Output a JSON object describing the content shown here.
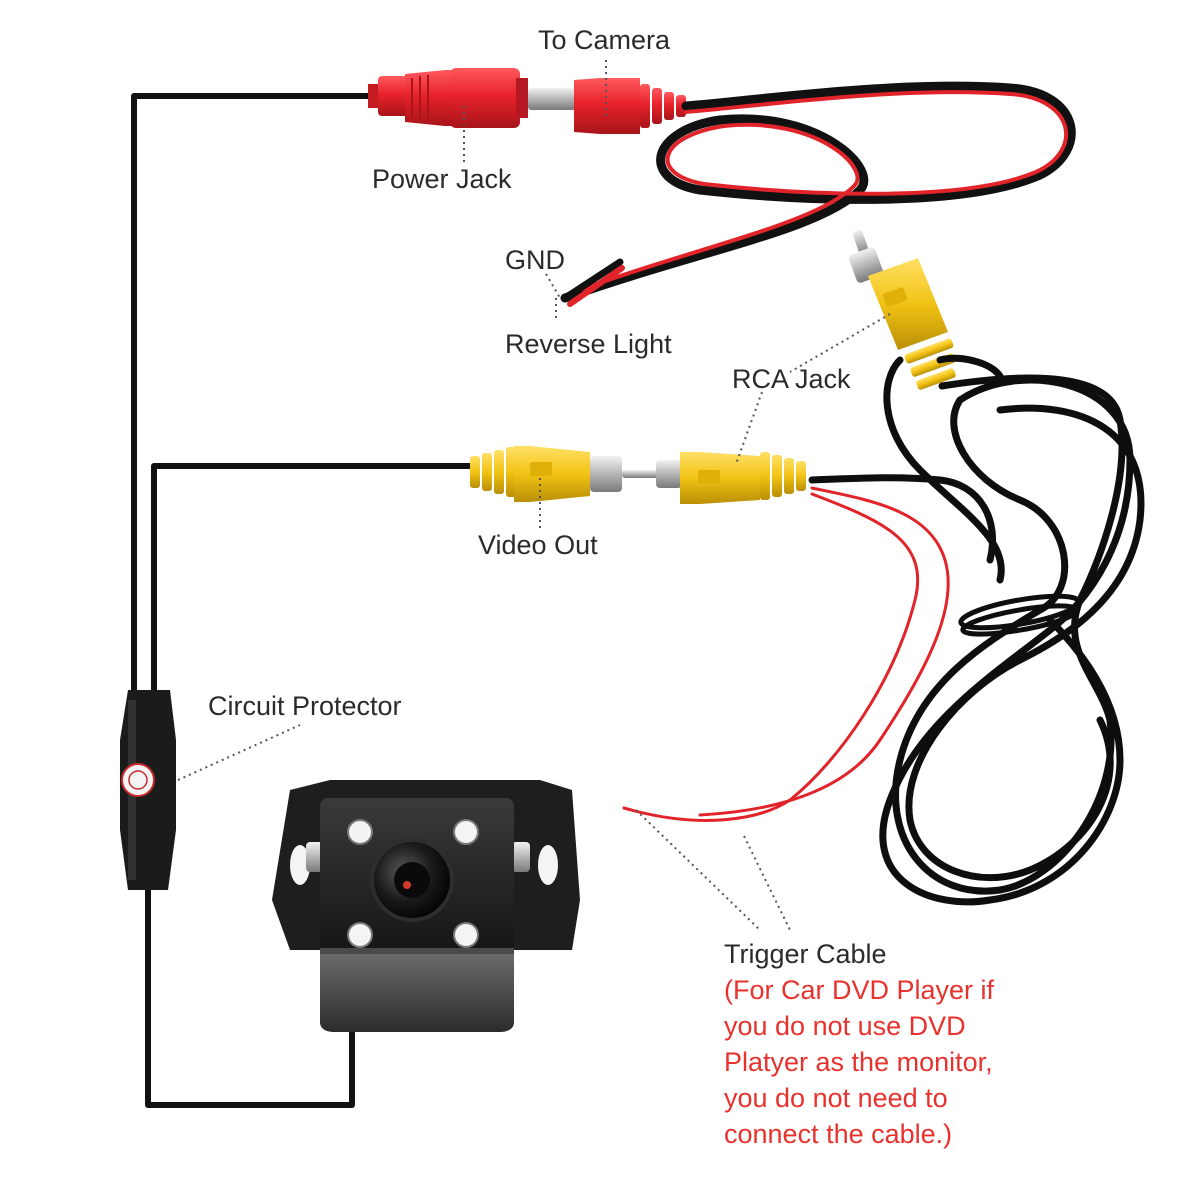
{
  "labels": {
    "to_camera": "To Camera",
    "power_jack": "Power Jack",
    "gnd": "GND",
    "reverse_light": "Reverse Light",
    "rca_jack": "RCA Jack",
    "video_out": "Video Out",
    "circuit_protector": "Circuit Protector",
    "trigger_cable": "Trigger Cable"
  },
  "note": {
    "lines": [
      "(For Car DVD Player if",
      "you do not use DVD",
      "Platyer as the monitor,",
      "you do not need to",
      "connect the cable.)"
    ]
  },
  "colors": {
    "text": "#2b2b2b",
    "note_text": "#e8322d",
    "cable_black": "#111111",
    "cable_red": "#e0242a",
    "connector_red": "#e8222b",
    "connector_yellow": "#f2c314",
    "metal": "#c9c9c9",
    "camera_body": "#232323"
  }
}
